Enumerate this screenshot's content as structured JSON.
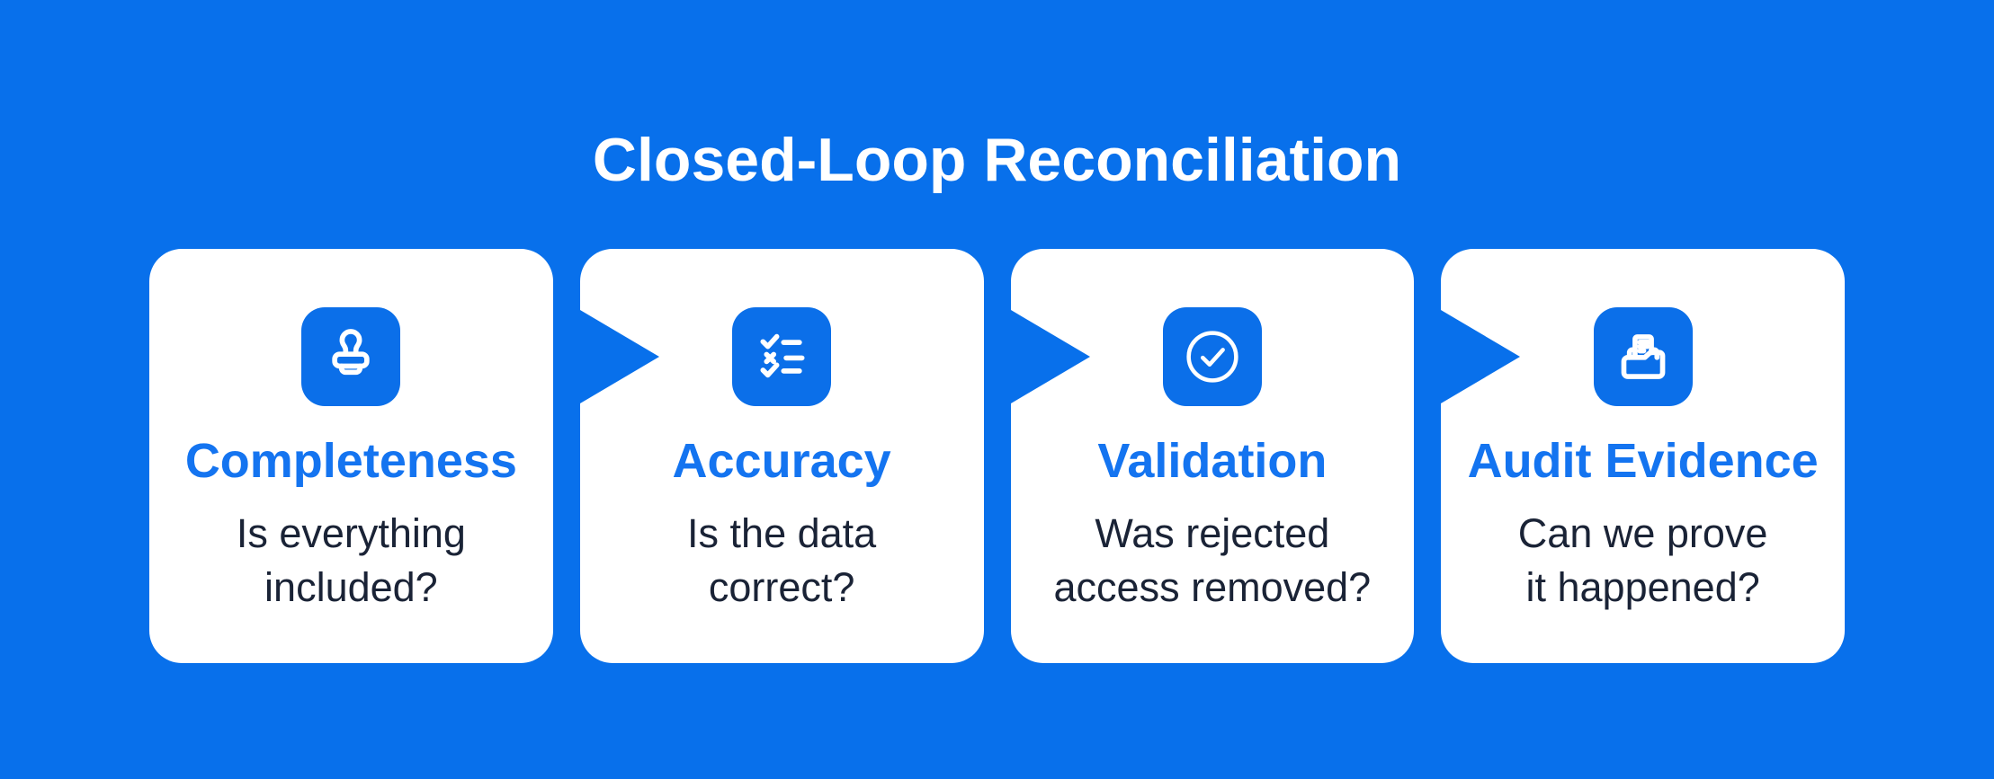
{
  "page": {
    "title": "Closed-Loop Reconciliation"
  },
  "colors": {
    "background": "#0870EB",
    "card_bg": "#FFFFFF",
    "icon_bg": "#0B6FE9",
    "icon_glyph": "#FFFFFF",
    "title_text": "#FFFFFF",
    "card_title": "#1474F0",
    "body_text": "#1A2336"
  },
  "cards": [
    {
      "icon": "stamp-icon",
      "title": "Completeness",
      "description_line1": "Is everything",
      "description_line2": "included?"
    },
    {
      "icon": "checklist-icon",
      "title": "Accuracy",
      "description_line1": "Is the data",
      "description_line2": "correct?"
    },
    {
      "icon": "check-circle-icon",
      "title": "Validation",
      "description_line1": "Was rejected",
      "description_line2": "access removed?"
    },
    {
      "icon": "folder-document-icon",
      "title": "Audit Evidence",
      "description_line1": "Can we prove",
      "description_line2": "it happened?"
    }
  ]
}
